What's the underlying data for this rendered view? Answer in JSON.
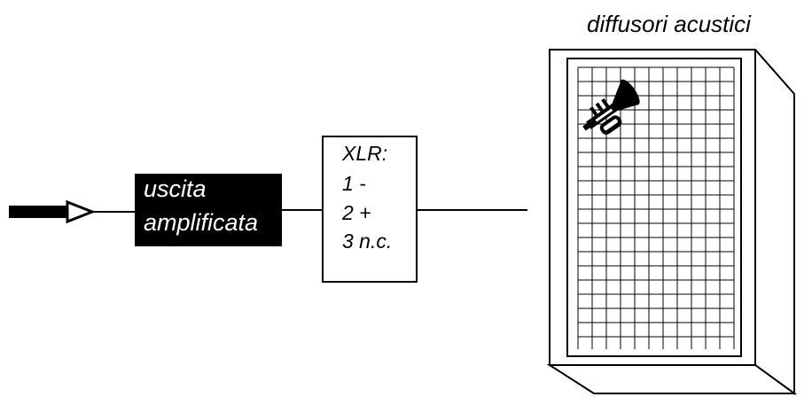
{
  "speaker": {
    "title": "diffusori acustici",
    "icon": "trumpet-icon"
  },
  "amplifier": {
    "line1": "uscita",
    "line2": "amplificata"
  },
  "connector": {
    "lines": [
      "XLR:",
      "1 -",
      "2 +",
      "3 n.c."
    ]
  },
  "input": {
    "icon": "arrow-right-icon"
  }
}
